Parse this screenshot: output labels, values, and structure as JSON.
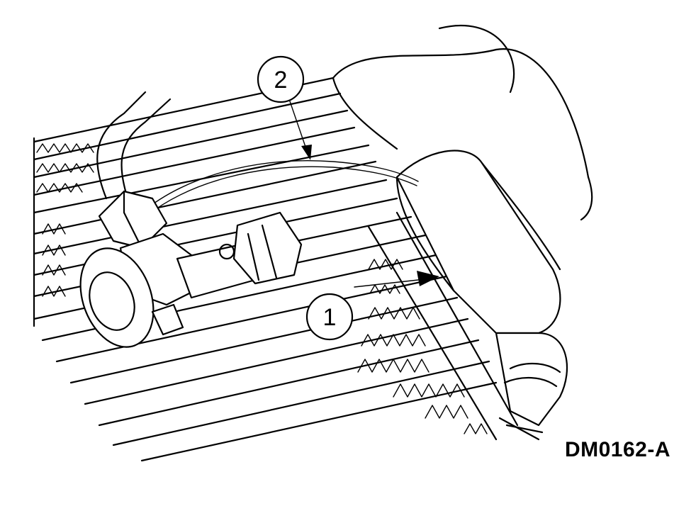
{
  "figure": {
    "figure_id": "DM0162-A",
    "callouts": [
      {
        "number": "1"
      },
      {
        "number": "2"
      }
    ]
  }
}
